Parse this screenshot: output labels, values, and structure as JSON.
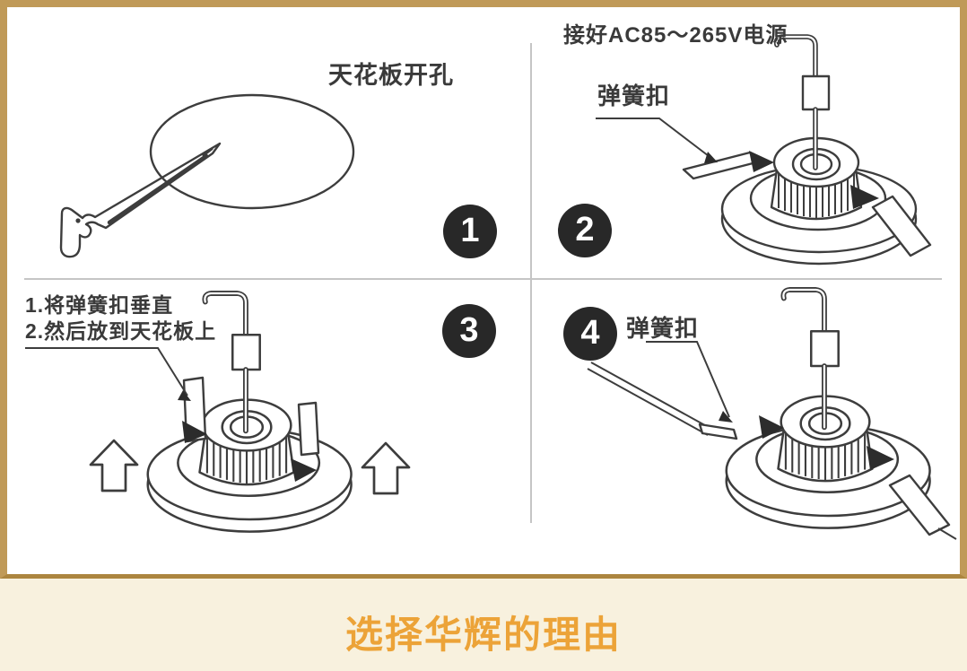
{
  "banner": {
    "title": "选择华辉的理由"
  },
  "panels": [
    {
      "step": "1",
      "labels": [
        "天花板开孔"
      ]
    },
    {
      "step": "2",
      "labels": [
        "接好AC85～265V电源",
        "弹簧扣"
      ]
    },
    {
      "step": "3",
      "labels": [
        "1.将弹簧扣垂直",
        "2.然后放到天花板上"
      ]
    },
    {
      "step": "4",
      "labels": [
        "弹簧扣"
      ]
    }
  ],
  "colors": {
    "frame": "#c09a58",
    "frame_bottom": "#ac853f",
    "background_cream": "#f8f1de",
    "banner_text": "#eca338",
    "line_ink": "#3d3d3d",
    "step_circle": "#282828"
  }
}
